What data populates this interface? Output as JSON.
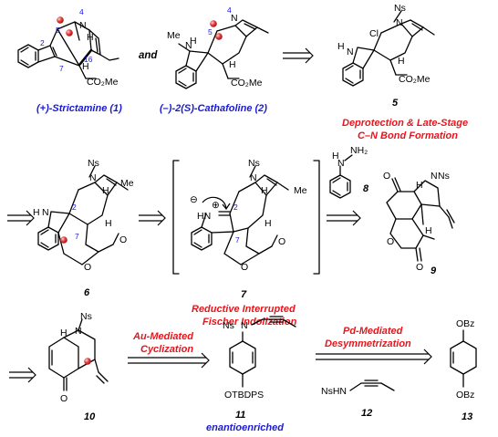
{
  "compounds": {
    "c1": {
      "name": "(+)-Strictamine (1)",
      "labels": {
        "n4": "4",
        "c5": "5",
        "c2": "2",
        "c7": "7",
        "c16": "16",
        "nh": "N",
        "ester": "CO₂Me",
        "h": "H"
      }
    },
    "and_text": "and",
    "c2": {
      "name": "(–)-2(S)-Cathafoline (2)",
      "labels": {
        "n4": "4",
        "c5": "5",
        "me": "Me",
        "n": "N",
        "ester": "CO₂Me",
        "h": "H",
        "h2": "H"
      }
    },
    "c5": {
      "number": "5",
      "caption_line1": "Deprotection & Late-Stage",
      "caption_line2": "C–N Bond Formation",
      "labels": {
        "ns": "Ns",
        "cl": "Cl",
        "n": "N",
        "hn": "H",
        "nh": "N",
        "h": "H",
        "ester": "CO₂Me"
      }
    },
    "c6": {
      "number": "6",
      "labels": {
        "ns": "Ns",
        "n": "N",
        "h": "H",
        "hn": "H",
        "nh": "N",
        "me": "Me",
        "c2": "2",
        "c7": "7",
        "o1": "O",
        "o2": "O",
        "hh": "H"
      }
    },
    "c7": {
      "number": "7",
      "caption_line1": "Reductive Interrupted",
      "caption_line2": "Fischer Indolization",
      "labels": {
        "ns": "Ns",
        "n": "N",
        "h": "H",
        "me": "Me",
        "minus": "⊖",
        "hn": "HN",
        "plus": "⊕",
        "c2": "2",
        "c7": "7",
        "o1": "O",
        "o2": "O",
        "h2": "H"
      }
    },
    "c8": {
      "number": "8",
      "labels": {
        "nh": "H",
        "n": "N",
        "nh2": "NH₂"
      }
    },
    "c9": {
      "number": "9",
      "labels": {
        "o1": "O",
        "ns": "Ns",
        "n": "N",
        "h": "H",
        "o2": "O",
        "o3": "O",
        "h2": "H"
      }
    },
    "c10": {
      "number": "10",
      "labels": {
        "h": "H",
        "ns": "Ns",
        "n": "N",
        "o": "O"
      }
    },
    "c11": {
      "number": "11",
      "caption": "enantioenriched",
      "labels": {
        "ns": "Ns",
        "n": "N",
        "otbdps": "OTBDPS"
      }
    },
    "c12": {
      "number": "12",
      "labels": {
        "nshn": "NsHN"
      }
    },
    "c13": {
      "number": "13",
      "labels": {
        "obz1": "OBz",
        "obz2": "OBz"
      }
    }
  },
  "arrows": {
    "au": {
      "line1": "Au-Mediated",
      "line2": "Cyclization"
    },
    "pd": {
      "line1": "Pd-Mediated",
      "line2": "Desymmetrization"
    }
  },
  "colors": {
    "blue_label": "#1a1ad6",
    "red_caption": "#e8141b",
    "marker": "#e23b3b"
  }
}
